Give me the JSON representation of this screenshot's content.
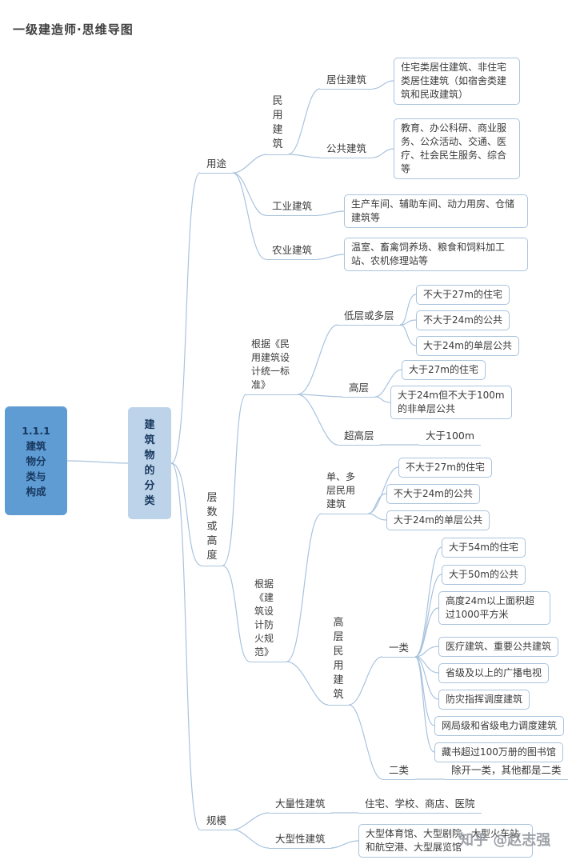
{
  "header": {
    "title": "一级建造师·思维导图"
  },
  "watermark": "知乎 @赵志强",
  "colors": {
    "root_bg": "#5E9CD3",
    "topic_bg": "#BDD3E9",
    "line": "#A9C3DE",
    "root_text": "#17375E"
  },
  "mindmap": {
    "root": "1.1.1 建筑物分类与构成",
    "topic": "建筑物的分类",
    "branches": {
      "yongtu": {
        "label": "用途",
        "minyong": {
          "label": "民用建筑",
          "juzhu": {
            "label": "居住建筑",
            "detail": "住宅类居住建筑、非住宅类居住建筑（如宿舍类建筑和民政建筑）"
          },
          "gonggong": {
            "label": "公共建筑",
            "detail": "教育、办公科研、商业服务、公众活动、交通、医疗、社会民生服务、综合等"
          }
        },
        "gongye": {
          "label": "工业建筑",
          "detail": "生产车间、辅助车间、动力用房、仓储建筑等"
        },
        "nongye": {
          "label": "农业建筑",
          "detail": "温室、畜禽饲养场、粮食和饲料加工站、农机修理站等"
        }
      },
      "cengshu": {
        "label": "层数或高度",
        "biaozhun": {
          "label": "根据《民用建筑设计统一标准》",
          "diceng": {
            "label": "低层或多层",
            "items": [
              "不大于27m的住宅",
              "不大于24m的公共",
              "大于24m的单层公共"
            ]
          },
          "gaoceng": {
            "label": "高层",
            "items": [
              "大于27m的住宅",
              "大于24m但不大于100m的非单层公共"
            ]
          },
          "chaogaoceng": {
            "label": "超高层",
            "detail": "大于100m"
          }
        },
        "fanghuo": {
          "label": "根据《建筑设计防火规范》",
          "danduoceng": {
            "label": "单、多层民用建筑",
            "items": [
              "不大于27m的住宅",
              "不大于24m的公共",
              "大于24m的单层公共"
            ]
          },
          "gaominyong": {
            "label": "高层民用建筑",
            "yilei": {
              "label": "一类",
              "items": [
                "大于54m的住宅",
                "大于50m的公共",
                "高度24m以上面积超过1000平方米",
                "医疗建筑、重要公共建筑",
                "省级及以上的广播电视",
                "防灾指挥调度建筑",
                "网局级和省级电力调度建筑",
                "藏书超过100万册的图书馆"
              ]
            },
            "erlei": {
              "label": "二类",
              "detail": "除开一类，其他都是二类"
            }
          }
        }
      },
      "guimo": {
        "label": "规模",
        "daliang": {
          "label": "大量性建筑",
          "detail": "住宅、学校、商店、医院"
        },
        "daxing": {
          "label": "大型性建筑",
          "detail": "大型体育馆、大型剧院、大型火车站和航空港、大型展览馆"
        }
      }
    }
  }
}
